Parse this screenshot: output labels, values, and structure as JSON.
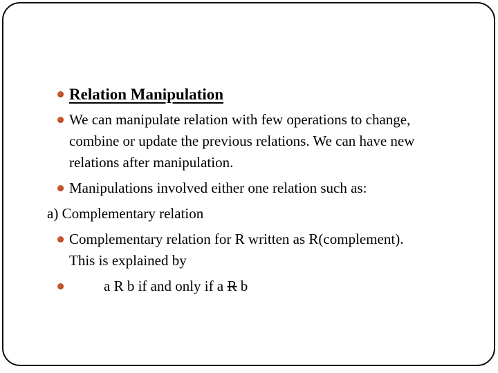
{
  "slide": {
    "colors": {
      "bullet": "#bf4a21",
      "border": "#0a0a0a",
      "text": "#000000",
      "background": "#ffffff"
    },
    "title": {
      "label": "Relation Manipulation"
    },
    "bullets": {
      "b1": {
        "line1": "We can manipulate relation with few operations to change,",
        "line2": "combine or update the previous relations. We can have new",
        "line3": "relations after manipulation."
      },
      "b2": {
        "line1": "Manipulations involved either one relation such as:"
      },
      "plain_a": {
        "line1": "a) Complementary relation"
      },
      "b3": {
        "line1": "Complementary relation for R written as R(complement).",
        "line2": "This is explained by"
      },
      "b4": {
        "pre": "a R b if and only if a ",
        "strike": "R",
        "post": " b"
      }
    }
  }
}
